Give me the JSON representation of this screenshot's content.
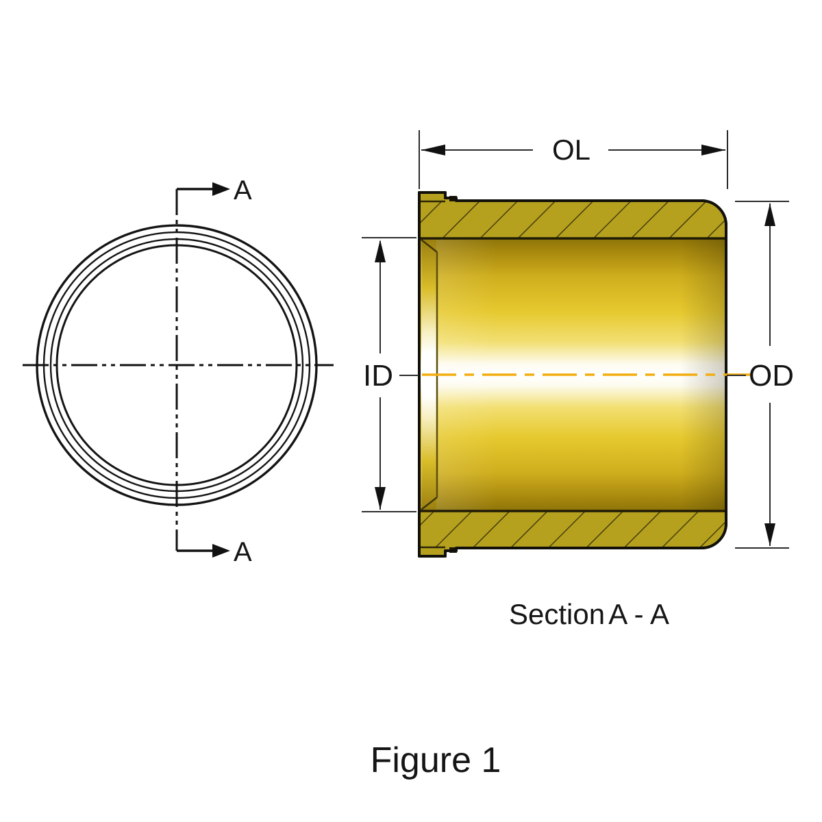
{
  "drawing": {
    "figure_caption": "Figure 1",
    "section_caption_prefix": "Section",
    "section_caption_name": "A - A",
    "section_cut_label_top": "A",
    "section_cut_label_bottom": "A",
    "dimension_labels": {
      "overall_length": "OL",
      "inner_diameter": "ID",
      "outer_diameter": "OD"
    },
    "colors": {
      "brass_base": "#b5a11e",
      "brass_dark": "#8d7409",
      "brass_highlight": "#ffffff",
      "hatch_line": "#463d0c",
      "outline_black": "#12100a",
      "centerline_accent": "#f2ad0f",
      "dimension_line": "#2b2b2b"
    }
  }
}
